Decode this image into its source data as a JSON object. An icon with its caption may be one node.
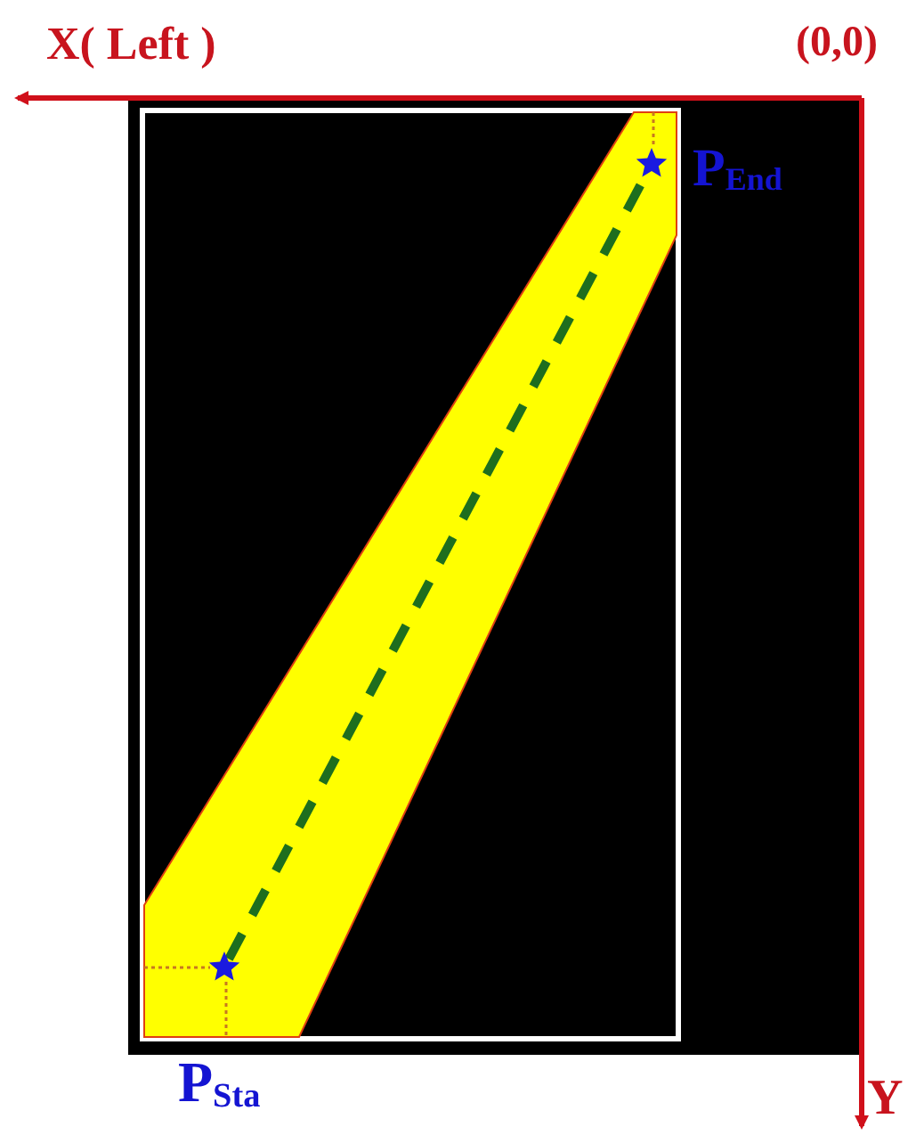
{
  "diagram": {
    "nodes": [
      {
        "text": [],
        "shape": "star",
        "beside": [
          "P$_{End}$"
        ]
      },
      {
        "text": [],
        "shape": "star",
        "beside": [
          "P$_{Sta}$"
        ]
      }
    ],
    "edges": [
      {
        "from": 1,
        "to": 0,
        "arrow": "none",
        "style": "dashed"
      }
    ],
    "labels": [
      "X( Left )",
      "(0,0)",
      "Y"
    ]
  }
}
